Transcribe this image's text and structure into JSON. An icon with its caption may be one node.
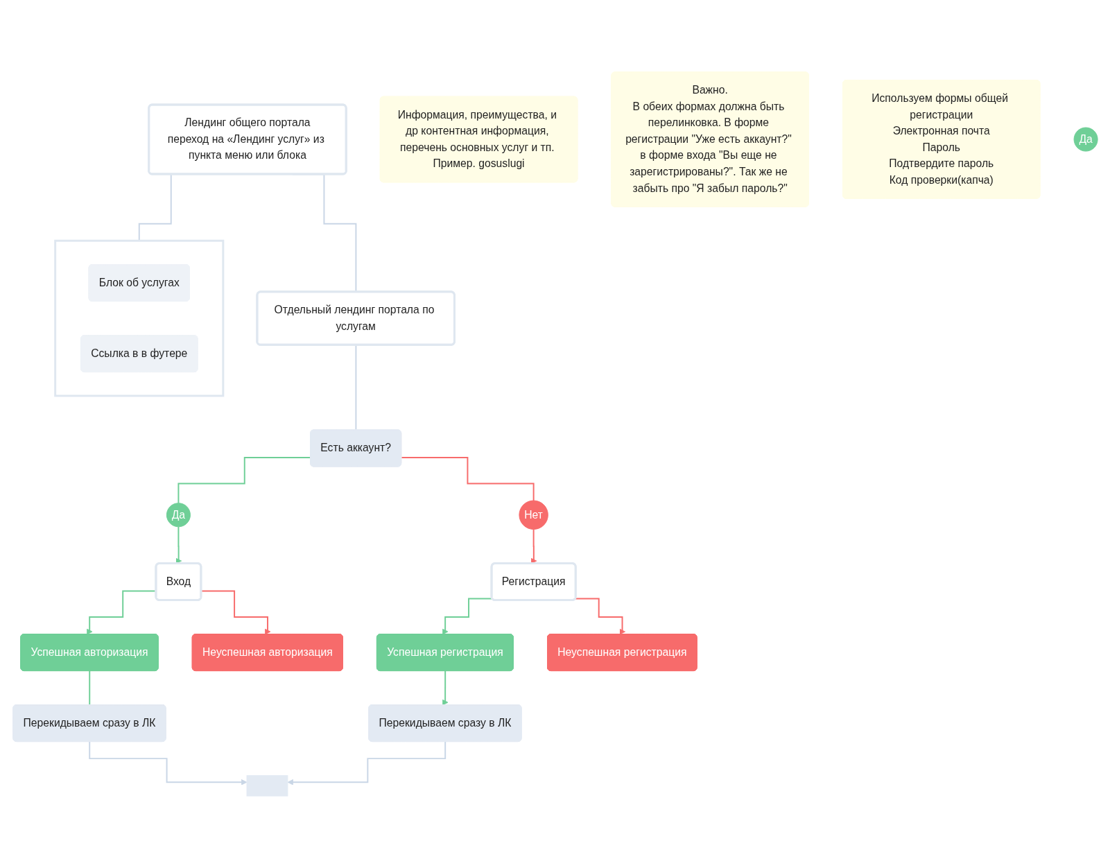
{
  "diagram": {
    "nodes": [
      {
        "text": [
          "Лендинг общего портала",
          "переход на «Лендинг услуг» из пункта меню или блока"
        ]
      },
      {
        "text": [],
        "shape": "box"
      },
      {
        "text": [
          "Блок об услугах"
        ],
        "in": 1
      },
      {
        "text": [
          "Ссылка в в футере"
        ],
        "in": 1
      },
      {
        "text": [
          "Отдельный лендинг портала по услугам"
        ]
      },
      {
        "text": [
          "Информация, преимущества, и др контентная информация, перечень основных услуг и тп. Пример. gosuslugi"
        ]
      },
      {
        "text": [
          "Есть аккаунт?"
        ]
      },
      {
        "text": [
          "Важно.",
          "В обеих формах должна быть перелинковка. В форме регистрации \"Уже есть аккаунт?\" в форме входа \"Вы еще не зарегистрированы?\". Так же не забыть про \"Я забыл пароль?\""
        ]
      },
      {
        "text": [
          "Да"
        ]
      },
      {
        "text": [
          "Нет"
        ]
      },
      {
        "text": [
          "Вход"
        ]
      },
      {
        "text": [
          "Регистрация"
        ]
      },
      {
        "text": [
          "Используем формы общей регистрации",
          "Электронная почта",
          "Пароль",
          "Подтвердите пароль",
          "Код проверки(капча)"
        ]
      },
      {
        "text": [
          "Успешная авторизация"
        ]
      },
      {
        "text": [
          "Неуспешная авторизация"
        ]
      },
      {
        "text": [
          "Успешная регистрация"
        ]
      },
      {
        "text": [
          "Неуспешная регистрация"
        ]
      },
      {
        "text": [
          "Перекидываем сразу в ЛК"
        ]
      },
      {
        "text": [
          "Перекидываем сразу в ЛК"
        ]
      },
      {
        "text": [],
        "shape": "box"
      },
      {
        "text": [
          "Да"
        ]
      }
    ],
    "edges": [
      {
        "from": 0,
        "to": 1,
        "arrow": "none"
      },
      {
        "from": 0,
        "to": 4,
        "arrow": "none"
      },
      {
        "from": 4,
        "to": 6,
        "arrow": "none"
      },
      {
        "from": 6,
        "to": 8,
        "arrow": "none",
        "color": "#6fcf97"
      },
      {
        "from": 8,
        "to": 10,
        "arrow": "to",
        "color": "#6fcf97"
      },
      {
        "from": 6,
        "to": 9,
        "arrow": "none",
        "color": "#f76b6b"
      },
      {
        "from": 9,
        "to": 11,
        "arrow": "to",
        "color": "#f76b6b"
      },
      {
        "from": 10,
        "to": 13,
        "arrow": "to",
        "color": "#6fcf97"
      },
      {
        "from": 10,
        "to": 14,
        "arrow": "to",
        "color": "#f76b6b"
      },
      {
        "from": 11,
        "to": 15,
        "arrow": "to",
        "color": "#6fcf97"
      },
      {
        "from": 11,
        "to": 16,
        "arrow": "to",
        "color": "#f76b6b"
      },
      {
        "from": 13,
        "to": 17,
        "arrow": "none",
        "color": "#6fcf97"
      },
      {
        "from": 15,
        "to": 18,
        "arrow": "to",
        "color": "#6fcf97"
      },
      {
        "from": 17,
        "to": 19,
        "arrow": "to"
      },
      {
        "from": 18,
        "to": 19,
        "arrow": "to"
      }
    ]
  }
}
